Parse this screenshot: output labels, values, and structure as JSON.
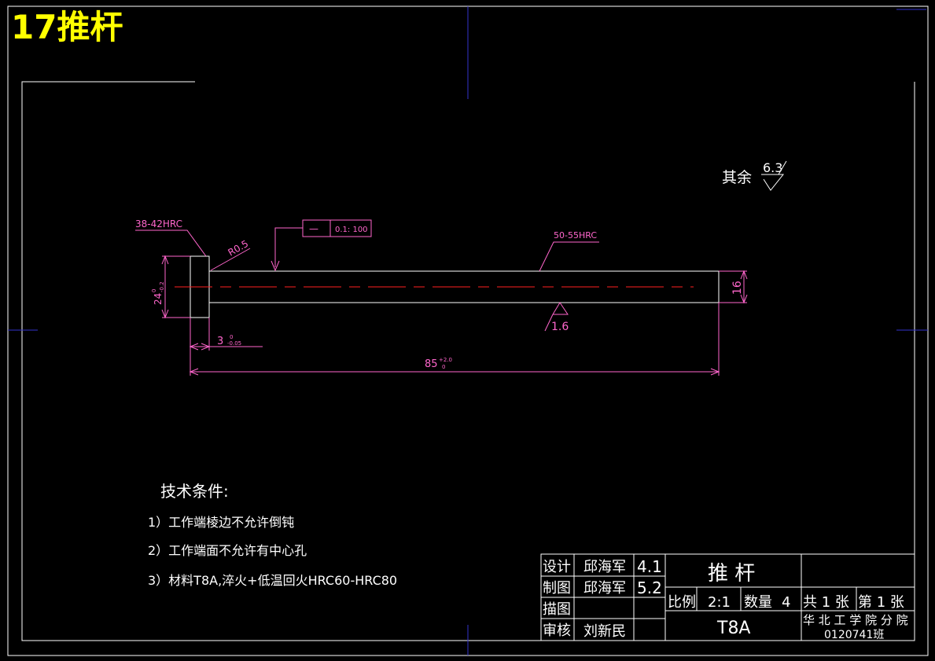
{
  "title": "17推杆",
  "surface_finish_note": {
    "label": "其余",
    "value": "6.3"
  },
  "dimensions": {
    "head_hardness": "38-42HRC",
    "fillet": "R0.5",
    "flatness_symbol": "—",
    "flatness_value": "0.1: 100",
    "shaft_hardness": "50-55HRC",
    "head_diameter": "24",
    "head_diameter_tol_upper": "0",
    "head_diameter_tol_lower": "-0.2",
    "shaft_diameter": "16",
    "roughness_shaft": "1.6",
    "head_thickness": "3",
    "head_thickness_tol_upper": "0",
    "head_thickness_tol_lower": "-0.05",
    "overall_length": "85",
    "overall_length_tol_upper": "+2.0",
    "overall_length_tol_lower": "0"
  },
  "tech_notes": {
    "heading": "技术条件:",
    "items": [
      "1）工作端棱边不允许倒钝",
      "2）工作端面不允许有中心孔",
      "3）材料T8A,淬火+低温回火HRC60-HRC80"
    ]
  },
  "title_block": {
    "rows": [
      {
        "role": "设计",
        "name": "邱海军",
        "date": "4.1"
      },
      {
        "role": "制图",
        "name": "邱海军",
        "date": "5.2"
      },
      {
        "role": "描图",
        "name": "",
        "date": ""
      },
      {
        "role": "审核",
        "name": "刘新民",
        "date": ""
      }
    ],
    "part_name": "推 杆",
    "scale_label": "比例",
    "scale_value": "2:1",
    "qty_label": "数量",
    "qty_value": "4",
    "sheets": "共 1 张",
    "sheet_no": "第 1 张",
    "material": "T8A",
    "school": "华 北 工 学 院 分 院",
    "drawing_no": "0120741班"
  },
  "colors": {
    "background": "#000000",
    "title": "#ffff00",
    "frame": "#ffffff",
    "part_outline": "#ffffff",
    "dimension": "#ff66cc",
    "centerline": "#ff2020",
    "center_marks": "#3333cc",
    "text": "#ffffff"
  }
}
